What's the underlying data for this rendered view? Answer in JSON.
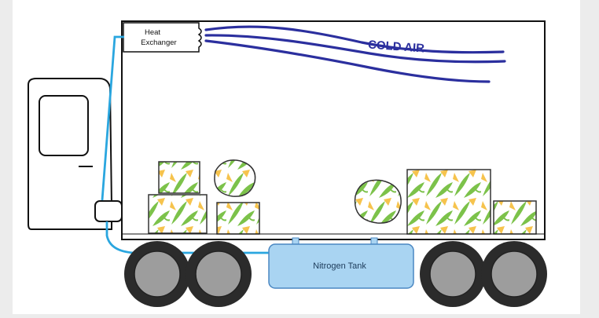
{
  "labels": {
    "heat_exchanger_line1": "Heat",
    "heat_exchanger_line2": "Exchanger",
    "cold_air": "COLD AIR",
    "nitrogen_tank": "Nitrogen Tank"
  },
  "colors": {
    "background": "#ececec",
    "canvas": "#ffffff",
    "outline": "#111111",
    "pipe": "#2aa6df",
    "air_stream": "#2b2f9e",
    "tank_fill": "#a9d4f2",
    "tank_stroke": "#4a87c2",
    "tire": "#2b2b2b",
    "rim": "#9d9d9d",
    "leaf_green": "#7cc24a",
    "leaf_yellow": "#f6c34d",
    "produce_bg": "#ffffff"
  },
  "icons": [
    "truck-cab-icon",
    "wheel-icon",
    "produce-crate-icon",
    "produce-ball-icon"
  ]
}
